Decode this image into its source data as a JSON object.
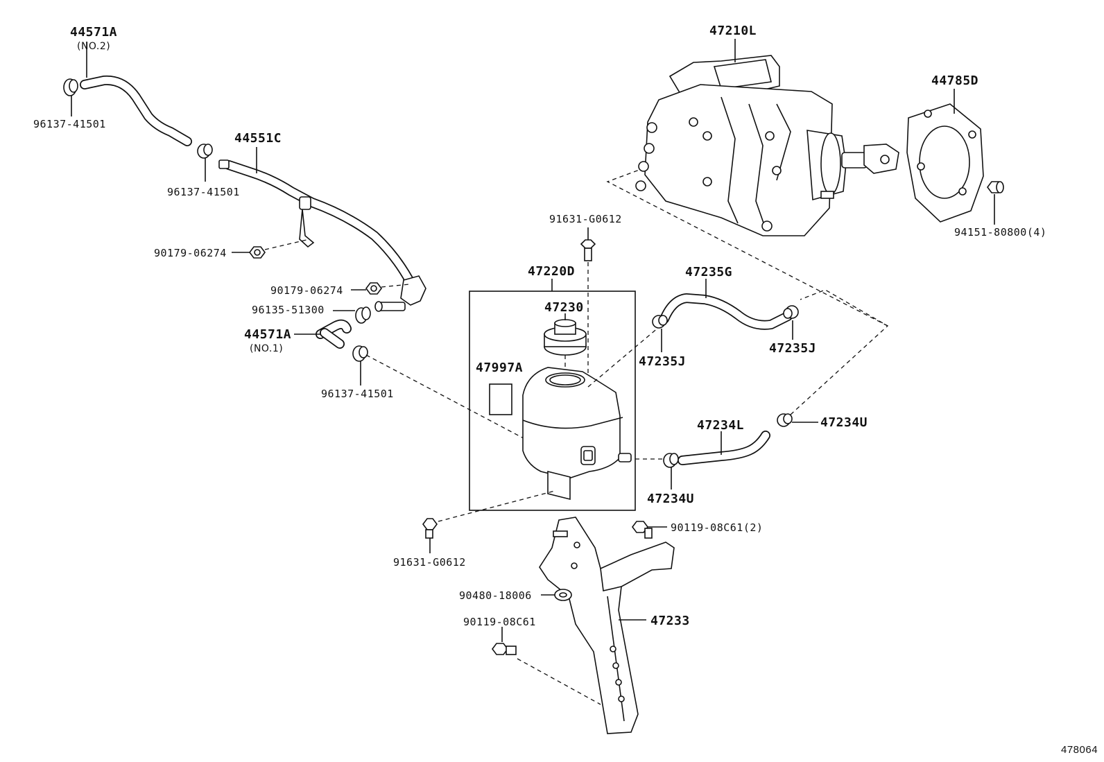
{
  "labels": {
    "hose_no2_code": "44571A",
    "hose_no2_sub": "(NO.2)",
    "clamp_top_left": "96137-41501",
    "hose_c_code": "44551C",
    "clamp_mid": "96137-41501",
    "nut_1": "90179-06274",
    "nut_2": "90179-06274",
    "union_code": "96135-51300",
    "hose_no1_code": "44571A",
    "hose_no1_sub": "(NO.1)",
    "clamp_lower": "96137-41501",
    "bolt_top": "91631-G0612",
    "reservoir_assy": "47220D",
    "cap": "47230",
    "label_plate": "47997A",
    "hose_g": "47235G",
    "clamp_j_left": "47235J",
    "clamp_j_right": "47235J",
    "hose_l": "47234L",
    "clamp_u_right": "47234U",
    "clamp_u_bottom": "47234U",
    "booster_assy": "47210L",
    "gasket": "44785D",
    "booster_nut": "94151-80800(4)",
    "bolt_bracket": "90119-08C61(2)",
    "bolt_lower": "91631-G0612",
    "washer": "90480-18006",
    "bolt_bracket_lower": "90119-08C61",
    "bracket": "47233",
    "diagram_id": "478064"
  }
}
